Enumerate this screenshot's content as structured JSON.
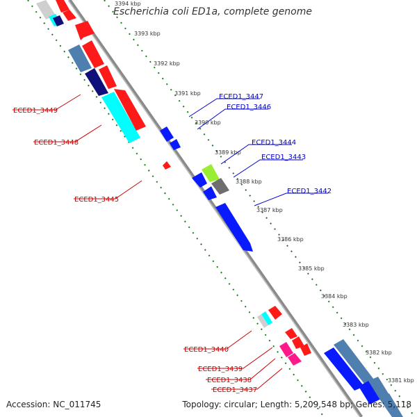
{
  "title": "Escherichia coli ED1a, complete genome",
  "footer": {
    "accession": "Accession: NC_011745",
    "topology": "Topology: circular; Length: 5,209,548 bp; Genes: 5,118"
  },
  "colors": {
    "backbone": "#888888",
    "tick_dots": "#1a7a1a",
    "label_blue": "#0000cc",
    "label_red": "#cc0000"
  },
  "kbp_ticks": [
    "3394 kbp",
    "3393 kbp",
    "3392 kbp",
    "3391 kbp",
    "3390 kbp",
    "3389 kbp",
    "3388 kbp",
    "3387 kbp",
    "3386 kbp",
    "3385 kbp",
    "3384 kbp",
    "3383 kbp",
    "3382 kbp",
    "3381 kbp"
  ],
  "gene_labels": {
    "right": [
      "ECED1_3447",
      "ECED1_3446",
      "ECED1_3444",
      "ECED1_3443",
      "ECED1_3442"
    ],
    "left": [
      "ECED1_3449",
      "ECED1_3448",
      "ECED1_3445",
      "ECED1_3440",
      "ECED1_3439",
      "ECED1_3438",
      "ECED1_3437"
    ]
  }
}
